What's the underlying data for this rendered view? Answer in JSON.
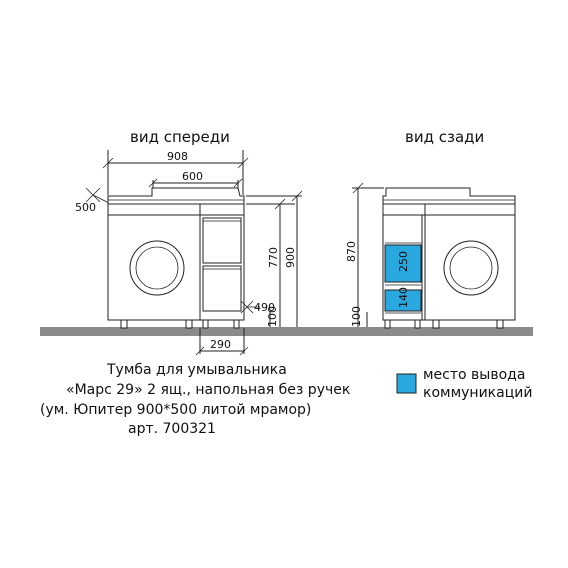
{
  "views": {
    "front_label": "вид спереди",
    "back_label": "вид сзади"
  },
  "dimensions": {
    "front_width": "908",
    "top_width": "600",
    "depth": "500",
    "height_770": "770",
    "height_900": "900",
    "drawer_depth": "490",
    "leg_height_front": "100",
    "drawer_width": "290",
    "height_870": "870",
    "comm_upper": "250",
    "comm_lower": "140",
    "leg_height_back": "100"
  },
  "caption": {
    "line1": "Тумба для умывальника",
    "line2": "«Марс 29» 2 ящ., напольная без ручек",
    "line3": "(ум. Юпитер 900*500 литой мрамор)",
    "line4": "арт. 700321"
  },
  "legend": {
    "line1": "место вывода",
    "line2": "коммуникаций",
    "color": "#29a8e0"
  },
  "colors": {
    "floor": "#8a8a8a",
    "comm": "#29a8e0",
    "line": "#222222"
  }
}
